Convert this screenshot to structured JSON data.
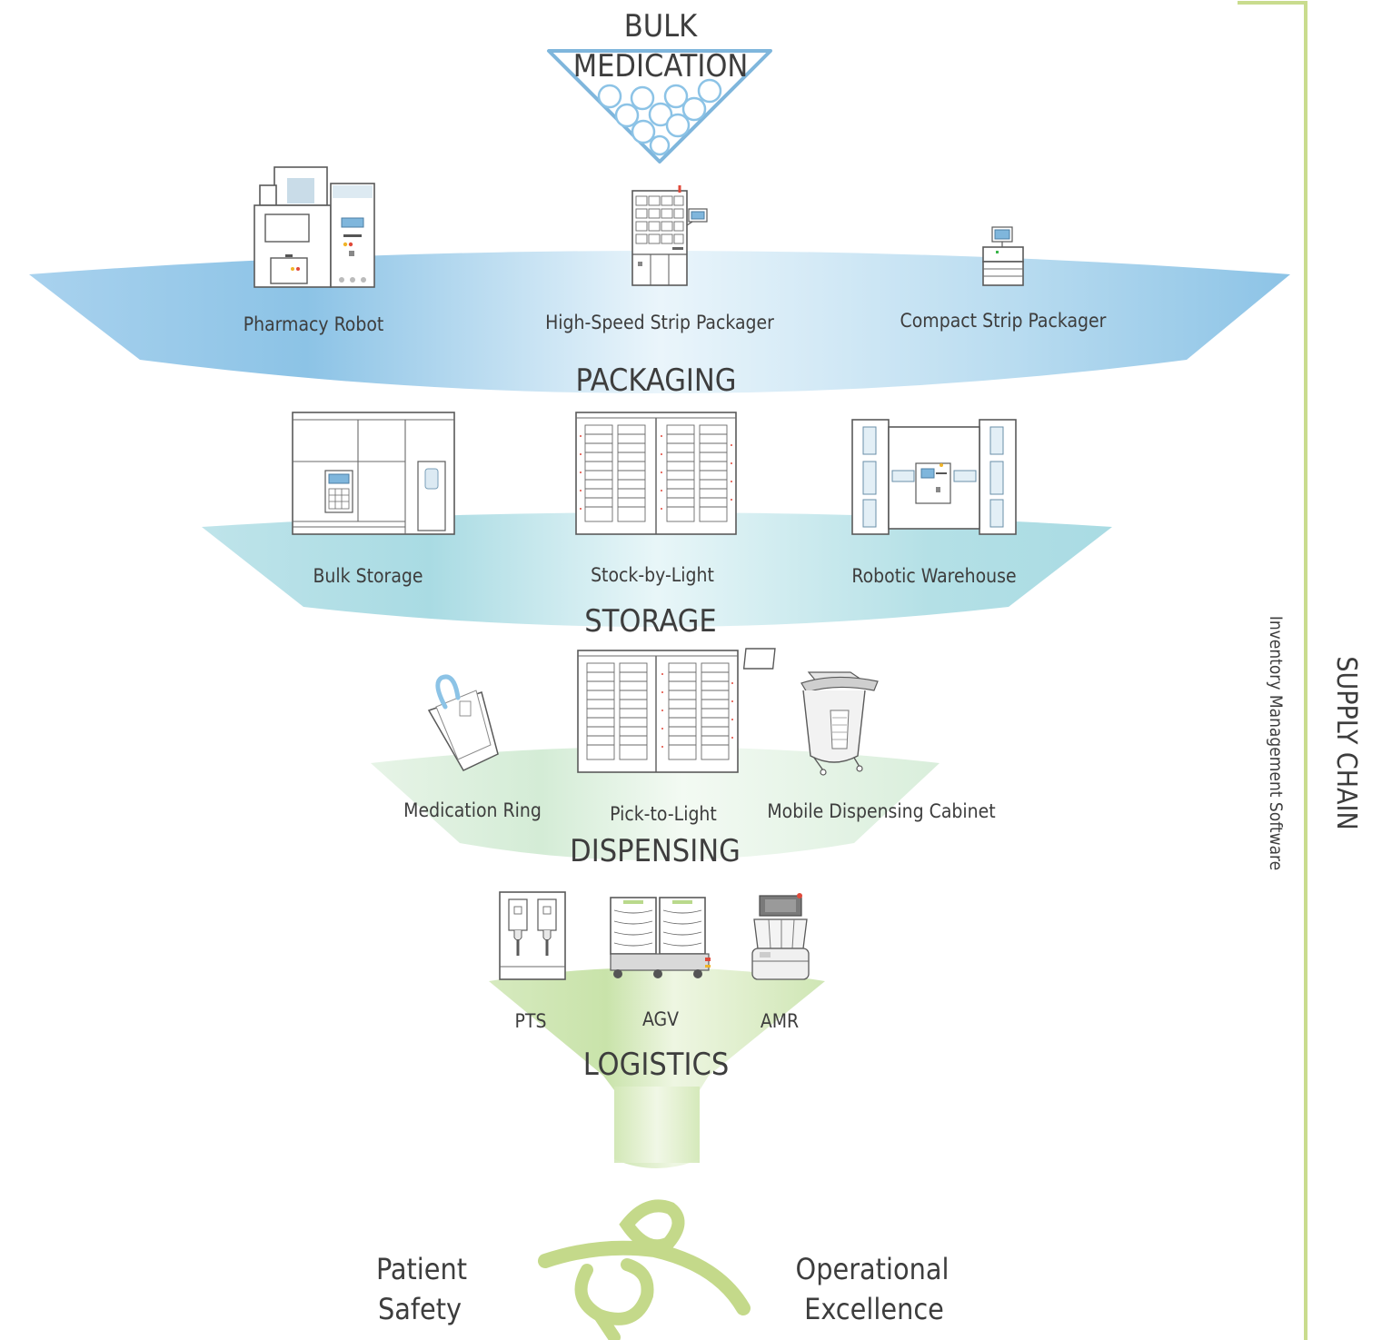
{
  "top": {
    "line1": "BULK",
    "line2": "MEDICATION"
  },
  "stages": [
    {
      "title": "PACKAGING",
      "items": [
        {
          "label": "Pharmacy Robot",
          "icon": "pharmacy-robot-icon"
        },
        {
          "label": "High-Speed Strip Packager",
          "icon": "strip-packager-icon"
        },
        {
          "label": "Compact Strip Packager",
          "icon": "compact-packager-icon"
        }
      ]
    },
    {
      "title": "STORAGE",
      "items": [
        {
          "label": "Bulk Storage",
          "icon": "bulk-storage-icon"
        },
        {
          "label": "Stock-by-Light",
          "icon": "stock-by-light-icon"
        },
        {
          "label": "Robotic Warehouse",
          "icon": "robotic-warehouse-icon"
        }
      ]
    },
    {
      "title": "DISPENSING",
      "items": [
        {
          "label": "Medication Ring",
          "icon": "medication-ring-icon"
        },
        {
          "label": "Pick-to-Light",
          "icon": "pick-to-light-icon"
        },
        {
          "label": "Mobile Dispensing Cabinet",
          "icon": "mobile-cabinet-icon"
        }
      ]
    },
    {
      "title": "LOGISTICS",
      "items": [
        {
          "label": "PTS",
          "icon": "pts-icon"
        },
        {
          "label": "AGV",
          "icon": "agv-icon"
        },
        {
          "label": "AMR",
          "icon": "amr-icon"
        }
      ]
    }
  ],
  "outcomes": {
    "left_line1": "Patient",
    "left_line2": "Safety",
    "right_line1": "Operational",
    "right_line2": "Excellence"
  },
  "sidebar": {
    "software": "Inventory Management Software",
    "chain": "SUPPLY CHAIN"
  },
  "colors": {
    "packaging": "#8cc3e6",
    "storage": "#b4e0e6",
    "dispensing": "#dcefdc",
    "logistics": "#d2e8b8",
    "bracket": "#c9dc8e",
    "logo": "#c4d98a"
  }
}
